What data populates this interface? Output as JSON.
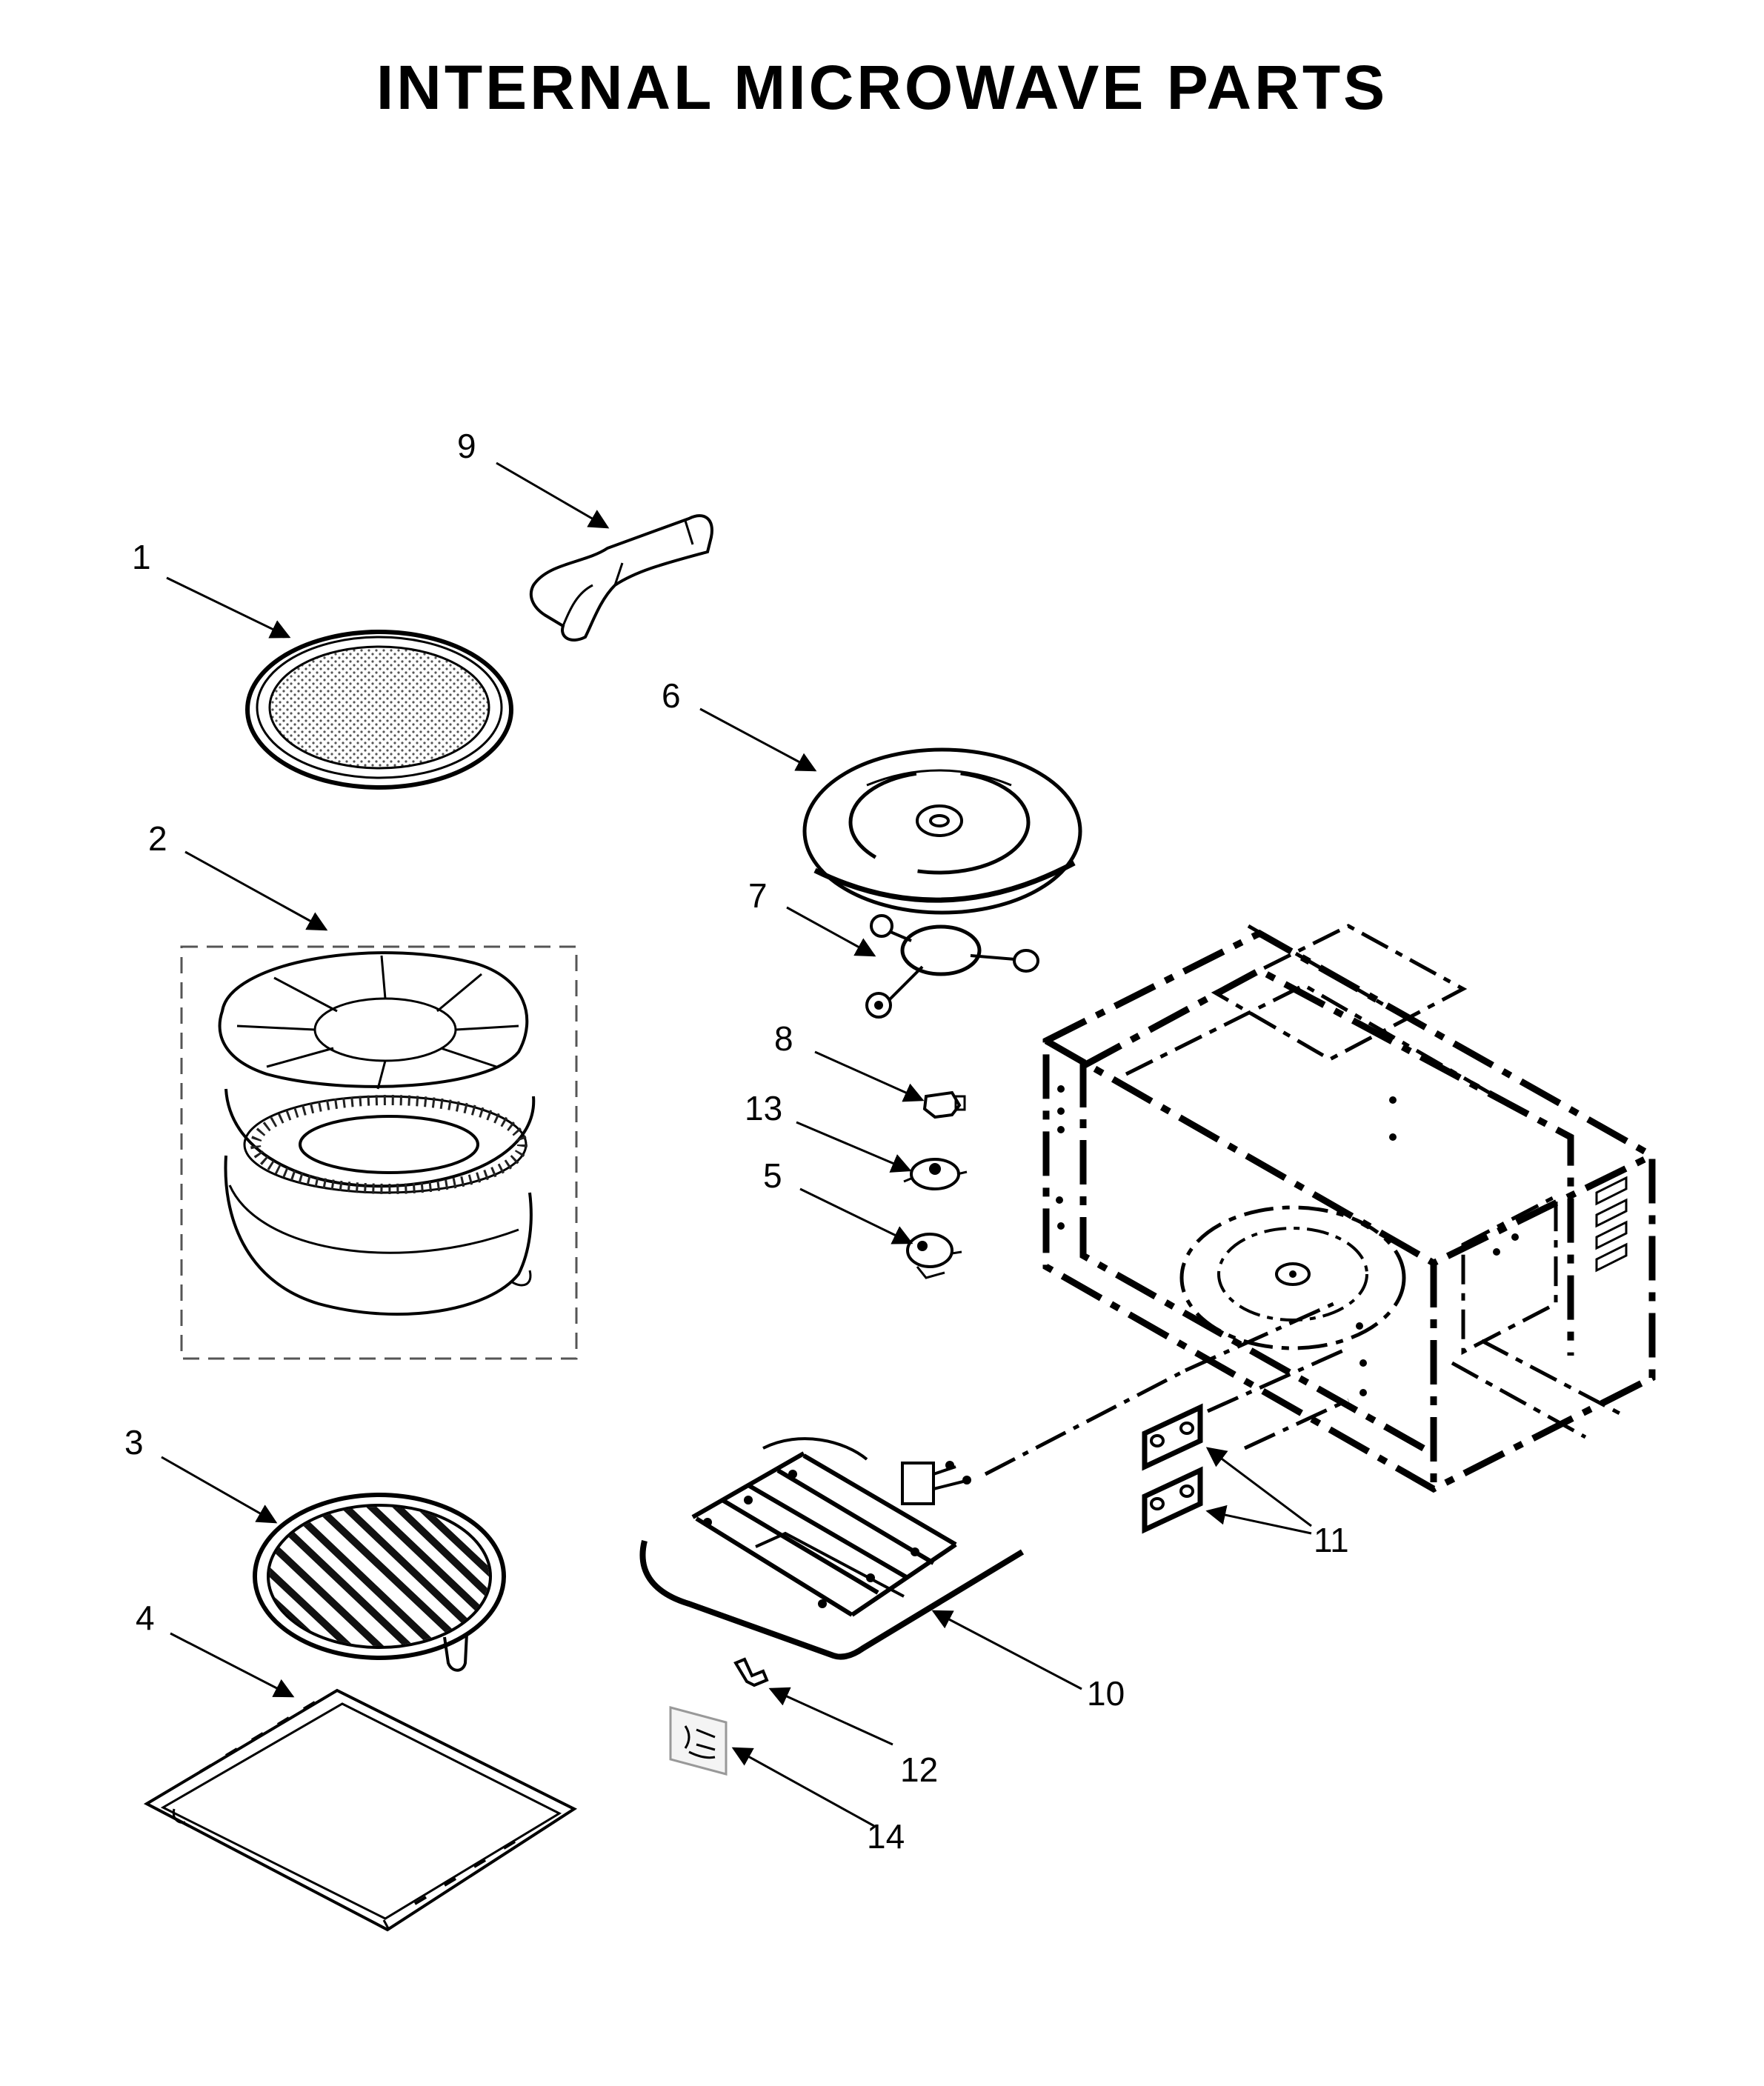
{
  "title": "INTERNAL MICROWAVE PARTS",
  "callouts": {
    "c1": "1",
    "c2": "2",
    "c3": "3",
    "c4": "4",
    "c5": "5",
    "c6": "6",
    "c7": "7",
    "c8": "8",
    "c9": "9",
    "c10": "10",
    "c11": "11",
    "c12": "12",
    "c13": "13",
    "c14": "14"
  },
  "colors": {
    "ink": "#000000",
    "paper": "#ffffff",
    "fill_dots": "#9a9a9a",
    "grid_dark": "#222222"
  }
}
